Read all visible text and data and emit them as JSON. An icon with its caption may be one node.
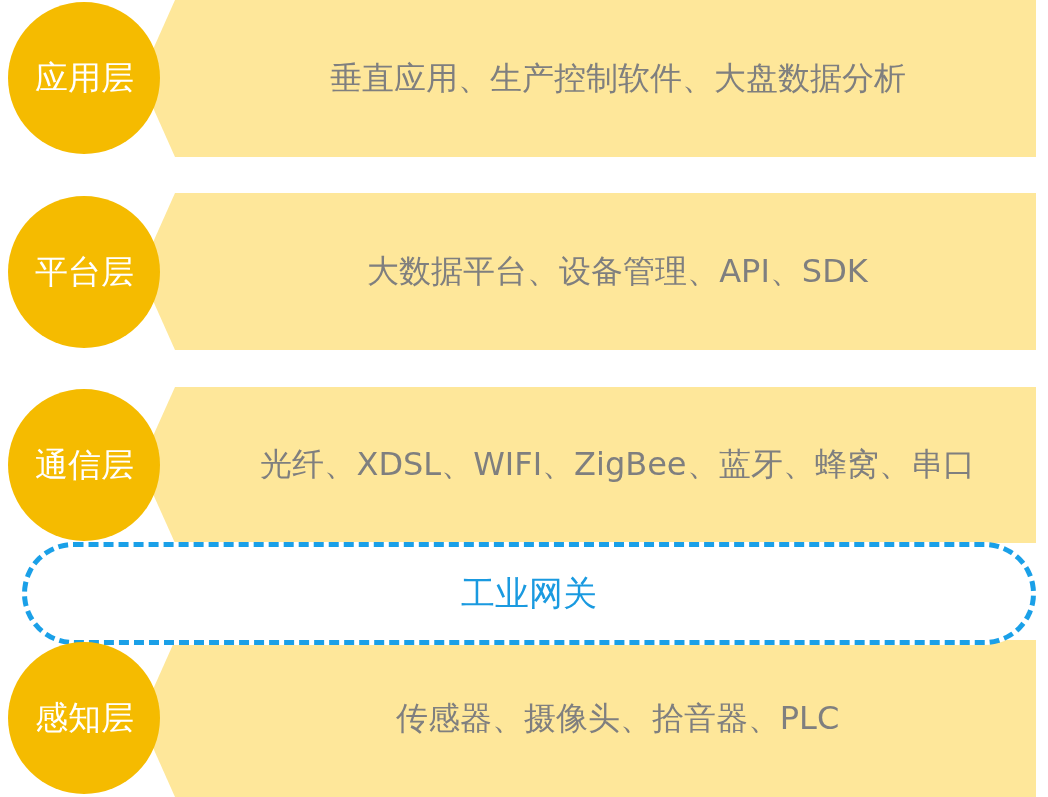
{
  "diagram": {
    "nodes": [
      {
        "text": [
          "应用层"
        ]
      },
      {
        "text": [
          "垂直应用、生产控制软件、大盘数据分析"
        ]
      },
      {
        "text": [
          "平台层"
        ]
      },
      {
        "text": [
          "大数据平台、设备管理、API、SDK"
        ]
      },
      {
        "text": [
          "通信层"
        ]
      },
      {
        "text": [
          "光纤、XDSL、WIFI、ZigBee、蓝牙、蜂窝、串口"
        ]
      },
      {
        "text": [
          "工业网关"
        ]
      },
      {
        "text": [
          "感知层"
        ]
      },
      {
        "text": [
          "传感器、摄像头、拾音器、PLC"
        ]
      }
    ]
  }
}
